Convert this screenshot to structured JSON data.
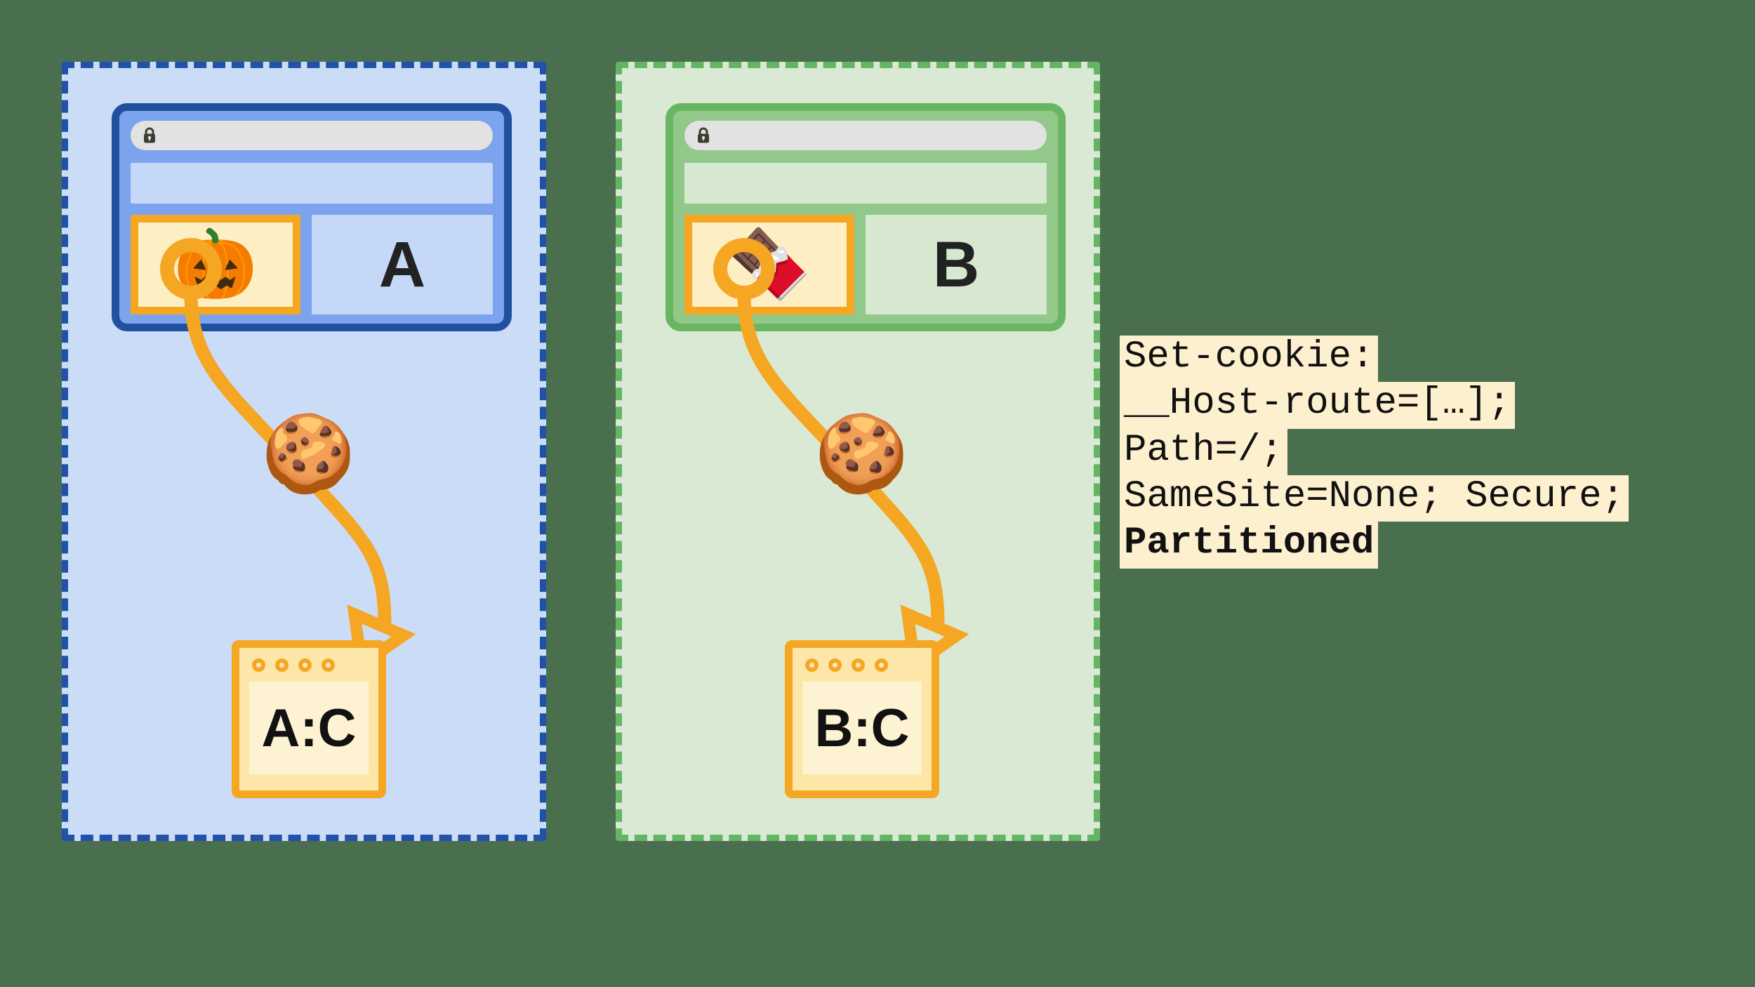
{
  "diagram": {
    "title_context": "Partitioned cookies per top-level site",
    "panels": [
      {
        "id": "a",
        "site_letter": "A",
        "embed_icon": "jack-o-lantern-emoji",
        "embed_emoji": "🎃",
        "cookie_emoji": "🍪",
        "storage_label": "A:C",
        "accent_color": "#2251ab",
        "panel_fill": "#cbdcf7",
        "browser_fill": "#7ba3ee"
      },
      {
        "id": "b",
        "site_letter": "B",
        "embed_icon": "chocolate-bar-emoji",
        "embed_emoji": "🍫",
        "cookie_emoji": "🍪",
        "storage_label": "B:C",
        "accent_color": "#63b563",
        "panel_fill": "#d9e9d3",
        "browser_fill": "#92c98a"
      }
    ],
    "browser_chrome": {
      "lock_icon": "padlock-icon",
      "url_value": "",
      "url_placeholder": ""
    },
    "storage_box": {
      "dot_count": 4,
      "dot_icon": "ring-dot-icon"
    },
    "arrow": {
      "icon": "curved-arrow-icon",
      "color": "#f5a623"
    }
  },
  "code_snippet": {
    "icon": "set-cookie-header-snippet",
    "lines": [
      {
        "text": "Set-cookie:",
        "bold": false
      },
      {
        "text": "__Host-route=[…];",
        "bold": false
      },
      {
        "text": "Path=/;",
        "bold": false
      },
      {
        "text": "SameSite=None; Secure;",
        "bold": false
      },
      {
        "text": "Partitioned",
        "bold": true
      }
    ],
    "background": "#fdf0cf",
    "text_color": "#111111"
  }
}
